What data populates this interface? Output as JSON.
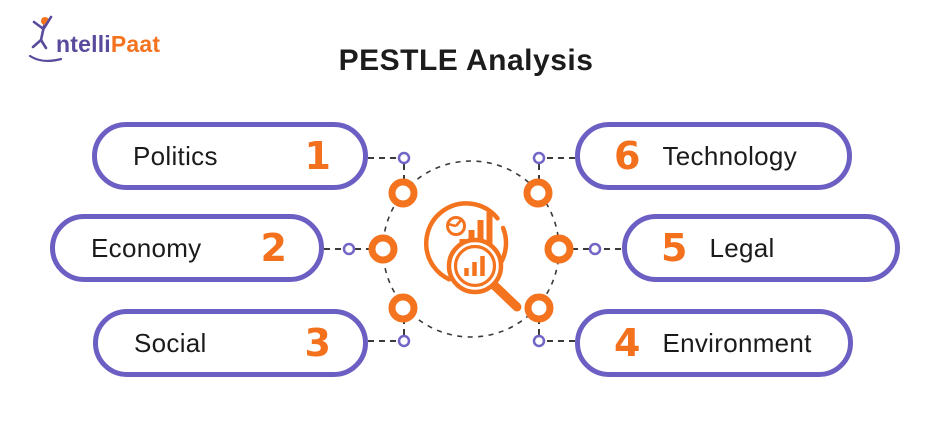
{
  "logo": {
    "brand": "IntelliPaat",
    "text_part_purple": "ntelli",
    "text_part_orange": "Paat"
  },
  "title": "PESTLE Analysis",
  "pills": [
    {
      "label": "Politics",
      "number": "1",
      "side": "left"
    },
    {
      "label": "Economy",
      "number": "2",
      "side": "left"
    },
    {
      "label": "Social",
      "number": "3",
      "side": "left"
    },
    {
      "label": "Technology",
      "number": "6",
      "side": "right"
    },
    {
      "label": "Legal",
      "number": "5",
      "side": "right"
    },
    {
      "label": "Environment",
      "number": "4",
      "side": "right"
    }
  ],
  "center_icon": "market-analysis-magnifier-icon",
  "colors": {
    "pill_border_purple": "#6c5fc3",
    "number_orange": "#f3701d",
    "icon_orange": "#f4731f",
    "dashed_line": "#3a3a3a",
    "dot_purple": "#7165c5",
    "title_text": "#1c1c1c",
    "logo_purple": "#5a4a9c",
    "logo_orange": "#f4731f"
  }
}
